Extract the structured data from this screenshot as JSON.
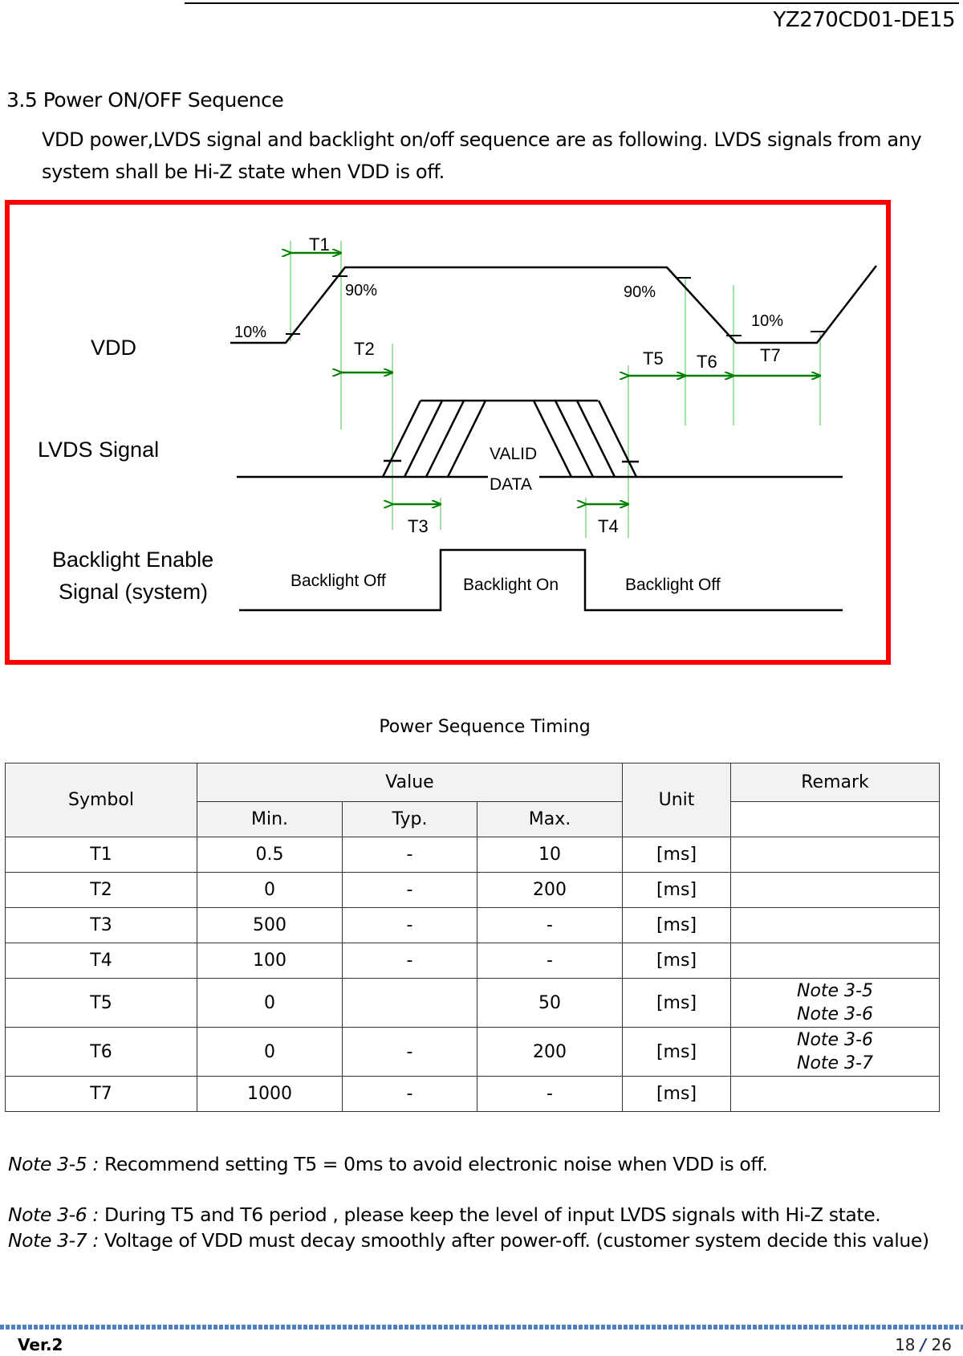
{
  "header": {
    "doc_id": "YZ270CD01-DE15"
  },
  "section": {
    "title": "3.5 Power ON/OFF Sequence",
    "intro": "VDD power,LVDS signal and backlight on/off sequence are as following. LVDS signals from any system shall be Hi-Z state when VDD is off."
  },
  "diagram": {
    "row_labels": {
      "vdd": "VDD",
      "lvds": "LVDS Signal",
      "backlight_1": "Backlight Enable",
      "backlight_2": "Signal (system)"
    },
    "percent_labels": {
      "left_10": "10%",
      "left_90": "90%",
      "right_90": "90%",
      "right_10": "10%"
    },
    "timing_labels": {
      "t1": "T1",
      "t2": "T2",
      "t3": "T3",
      "t4": "T4",
      "t5": "T5",
      "t6": "T6",
      "t7": "T7"
    },
    "valid_data": {
      "line1": "VALID",
      "line2": "DATA"
    },
    "backlight_states": {
      "off_left": "Backlight Off",
      "on": "Backlight On",
      "off_right": "Backlight Off"
    },
    "colors": {
      "frame": "#ff0000",
      "arrow": "#008000",
      "guide": "#66cc66"
    }
  },
  "table": {
    "title": "Power Sequence Timing",
    "headers": {
      "symbol": "Symbol",
      "value": "Value",
      "unit": "Unit",
      "remark": "Remark",
      "min": "Min.",
      "typ": "Typ.",
      "max": "Max."
    },
    "rows": [
      {
        "symbol": "T1",
        "min": "0.5",
        "typ": "-",
        "max": "10",
        "unit": "[ms]",
        "remark_1": "",
        "remark_2": ""
      },
      {
        "symbol": "T2",
        "min": "0",
        "typ": "-",
        "max": "200",
        "unit": "[ms]",
        "remark_1": "",
        "remark_2": ""
      },
      {
        "symbol": "T3",
        "min": "500",
        "typ": "-",
        "max": "-",
        "unit": "[ms]",
        "remark_1": "",
        "remark_2": ""
      },
      {
        "symbol": "T4",
        "min": "100",
        "typ": "-",
        "max": "-",
        "unit": "[ms]",
        "remark_1": "",
        "remark_2": ""
      },
      {
        "symbol": "T5",
        "min": "0",
        "typ": "",
        "max": "50",
        "unit": "[ms]",
        "remark_1": "Note 3-5",
        "remark_2": "Note 3-6"
      },
      {
        "symbol": "T6",
        "min": "0",
        "typ": "-",
        "max": "200",
        "unit": "[ms]",
        "remark_1": "Note 3-6",
        "remark_2": "Note 3-7"
      },
      {
        "symbol": "T7",
        "min": "1000",
        "typ": "-",
        "max": "-",
        "unit": "[ms]",
        "remark_1": "",
        "remark_2": ""
      }
    ]
  },
  "notes": [
    {
      "label": "Note 3-5 :",
      "text": " Recommend setting T5 = 0ms to avoid electronic noise when VDD is off."
    },
    {
      "label": "Note 3-6 :",
      "text": " During T5 and T6 period , please keep the level of input LVDS signals with Hi-Z state."
    },
    {
      "label": "Note 3-7 :",
      "text": " Voltage of VDD must decay smoothly after power-off. (customer system decide this value)"
    }
  ],
  "footer": {
    "version": "Ver.2",
    "page_current": "18",
    "page_sep": "/",
    "page_total": "26"
  }
}
